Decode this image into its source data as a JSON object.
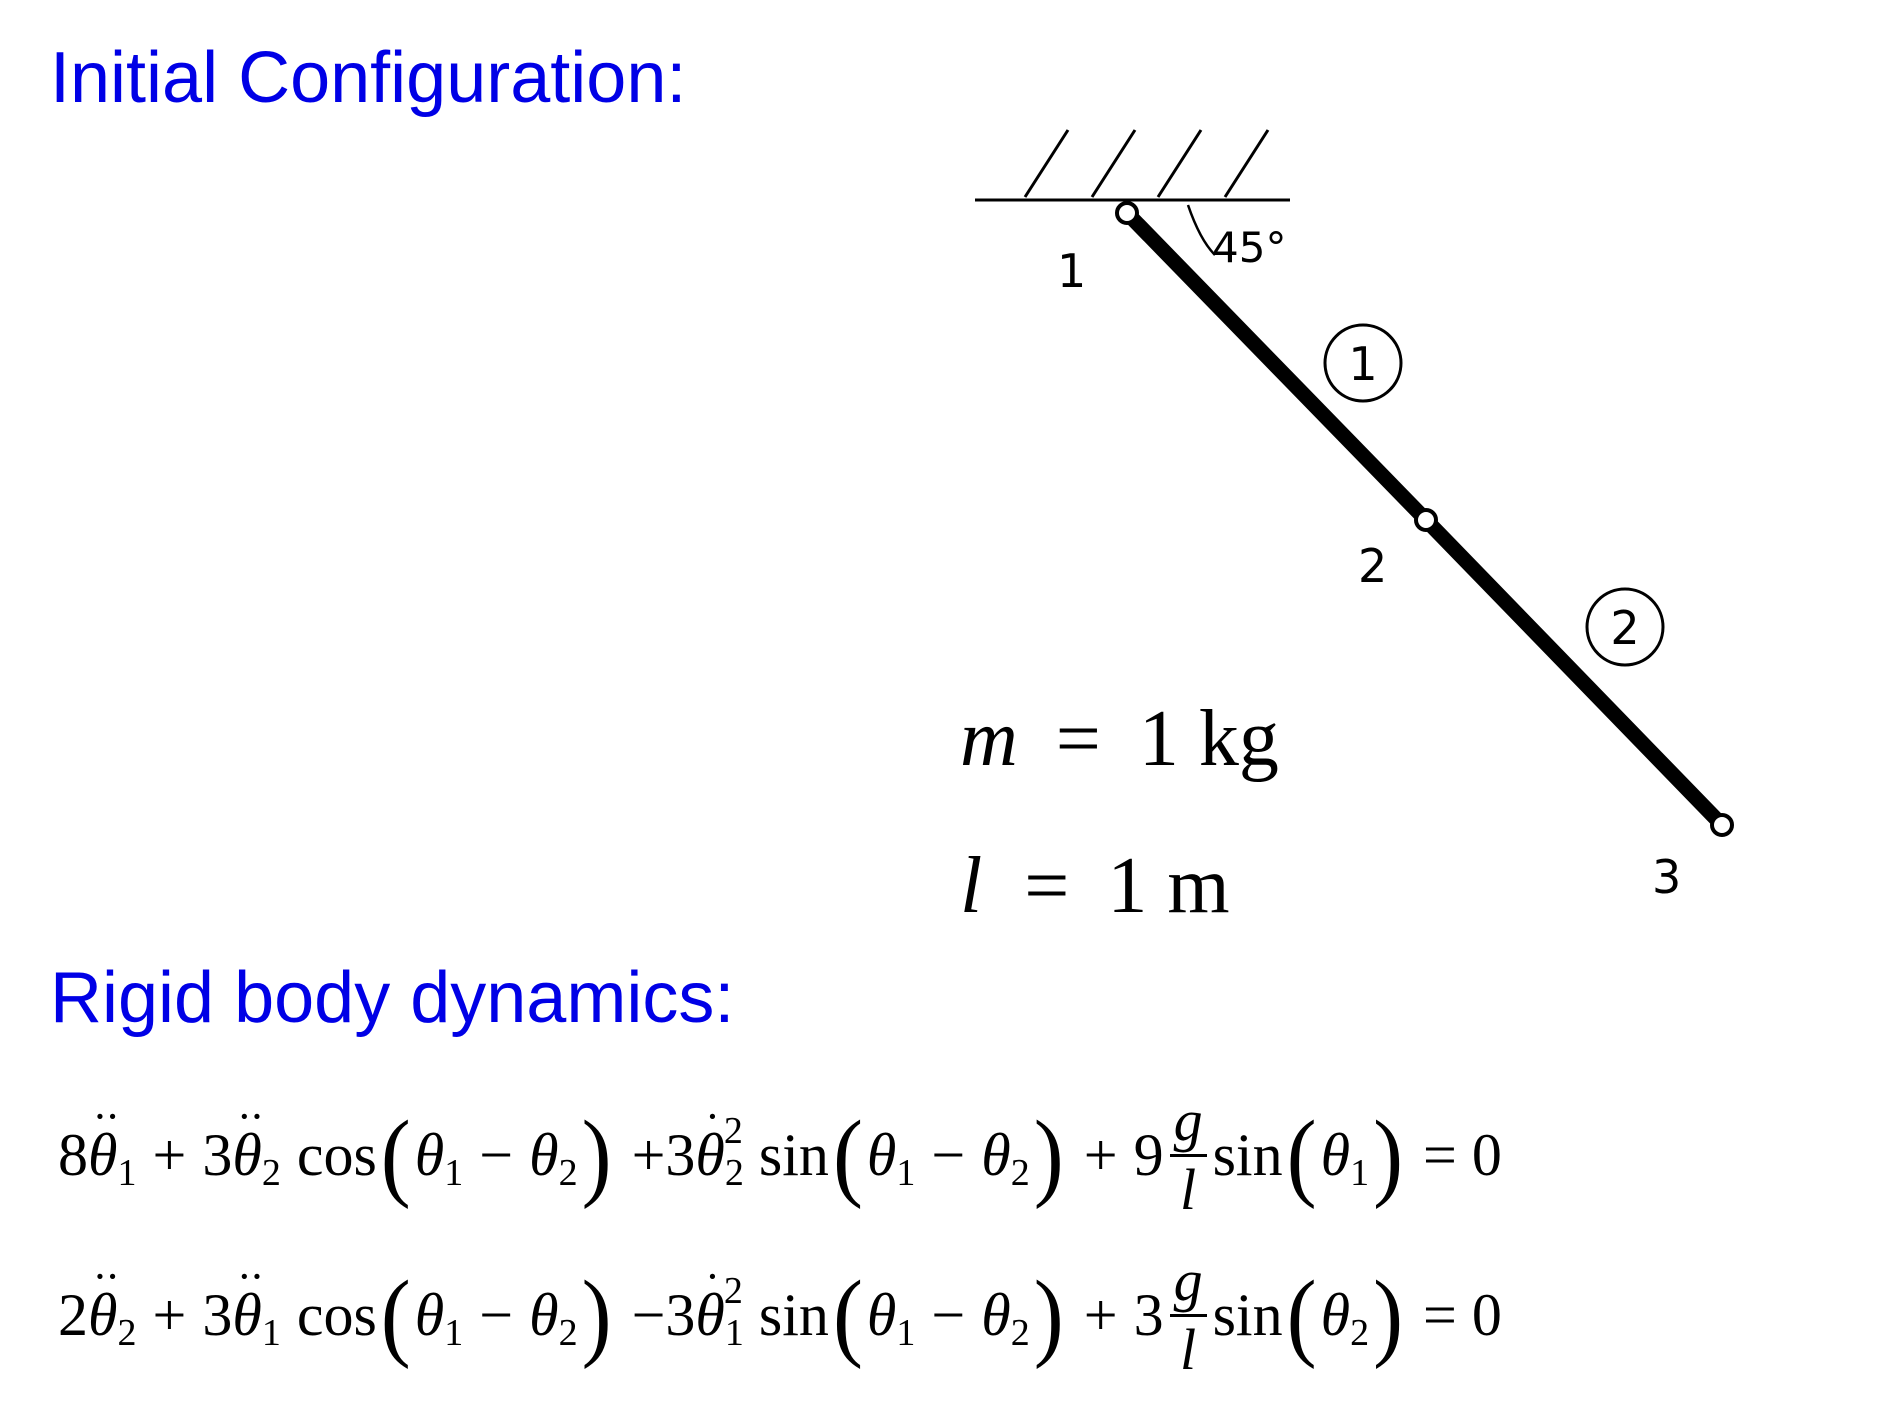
{
  "headings": {
    "initial": "Initial Configuration:",
    "rigid": "Rigid body dynamics:"
  },
  "diagram": {
    "angle_label": "45°",
    "node_labels": [
      "1",
      "2",
      "3"
    ],
    "element_labels": [
      "1",
      "2"
    ],
    "mass": {
      "symbol": "m",
      "equals": "=",
      "value": "1 kg"
    },
    "length": {
      "symbol": "l",
      "equals": "=",
      "value": "1 m"
    }
  },
  "equations": {
    "eq1": {
      "lead_coef": "8",
      "term1_coef": "3",
      "term2_coef": "3",
      "term2_sign": "+",
      "term3_coef": "9",
      "rhs": "= 0"
    },
    "eq2": {
      "lead_coef": "2",
      "term1_coef": "3",
      "term2_coef": "3",
      "term2_sign": "−",
      "term3_coef": "3",
      "rhs": "= 0"
    },
    "symbols": {
      "theta": "θ",
      "cos": "cos",
      "sin": "sin",
      "g": "g",
      "l": "l",
      "plus": "+",
      "minus": "−"
    }
  }
}
